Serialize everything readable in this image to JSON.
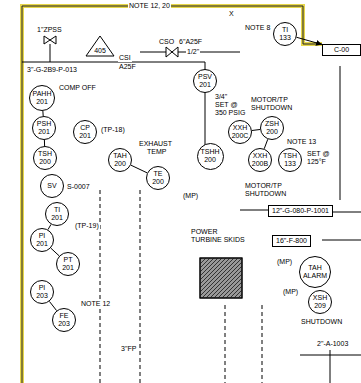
{
  "diagram": {
    "nodes": [
      {
        "text": [
          "TI",
          "133"
        ]
      },
      {
        "text": [
          "C-00"
        ]
      },
      {
        "text": [
          "405"
        ]
      },
      {
        "text": [
          "PSV",
          "201"
        ]
      },
      {
        "text": [
          "PAHH",
          "201"
        ]
      },
      {
        "text": [
          "PSH",
          "201"
        ]
      },
      {
        "text": [
          "TSH",
          "200"
        ]
      },
      {
        "text": [
          "SV"
        ]
      },
      {
        "text": [
          "TI",
          "201"
        ]
      },
      {
        "text": [
          "PI",
          "201"
        ]
      },
      {
        "text": [
          "PT",
          "201"
        ]
      },
      {
        "text": [
          "PI",
          "203"
        ]
      },
      {
        "text": [
          "FE",
          "203"
        ]
      },
      {
        "text": [
          "CP",
          "201"
        ]
      },
      {
        "text": [
          "TAH",
          "200"
        ]
      },
      {
        "text": [
          "TE",
          "200"
        ]
      },
      {
        "text": [
          "TSHH",
          "200"
        ]
      },
      {
        "text": [
          "XXH",
          "200C"
        ]
      },
      {
        "text": [
          "ZSH",
          "200"
        ]
      },
      {
        "text": [
          "XXH",
          "200B"
        ]
      },
      {
        "text": [
          "TSH",
          "133"
        ]
      },
      {
        "text": [
          "12\"-G-080-P-1001"
        ]
      },
      {
        "text": [
          "16\"-F-800"
        ]
      },
      {
        "text": [
          "TAH",
          "ALARM"
        ]
      },
      {
        "text": [
          "XSH",
          "209"
        ]
      }
    ],
    "edges": [
      {
        "from": 4,
        "to": 5,
        "arrow": "none"
      },
      {
        "from": 5,
        "to": 6,
        "arrow": "none"
      },
      {
        "from": 8,
        "to": 9,
        "arrow": "none"
      },
      {
        "from": 9,
        "to": 10,
        "arrow": "none"
      },
      {
        "from": 11,
        "to": 12,
        "arrow": "none"
      },
      {
        "from": 14,
        "to": 15,
        "arrow": "none"
      },
      {
        "from": 17,
        "to": 18,
        "arrow": "none"
      },
      {
        "from": 18,
        "to": 19,
        "arrow": "none"
      },
      {
        "from": 0,
        "to": 1,
        "arrow": "to"
      }
    ],
    "labels": [
      "1\"ZPSS",
      "NOTE 12, 20",
      "X",
      "CSO",
      "6\"A25F",
      "1/2\"",
      "3\"-G-2B9-P-013",
      "CSI",
      "A25F",
      "3/4\"",
      "SET @",
      "350 PSIG",
      "COMP OFF",
      "(TP-18)",
      "EXHAUST",
      "TEMP",
      "S-0007",
      "(TP-19)",
      "MOTOR/TP",
      "SHUTDOWN",
      "NOTE 13",
      "SET @",
      "125°F",
      "MOTOR/TP",
      "SHUTDOWN",
      "NOTE 8",
      "(MP)",
      "POWER TURBINE SKIDS",
      "(MP)",
      "(MP)",
      "SHUTDOWN",
      "NOTE 12",
      "3\"FP",
      "2\"-A-1003"
    ]
  }
}
